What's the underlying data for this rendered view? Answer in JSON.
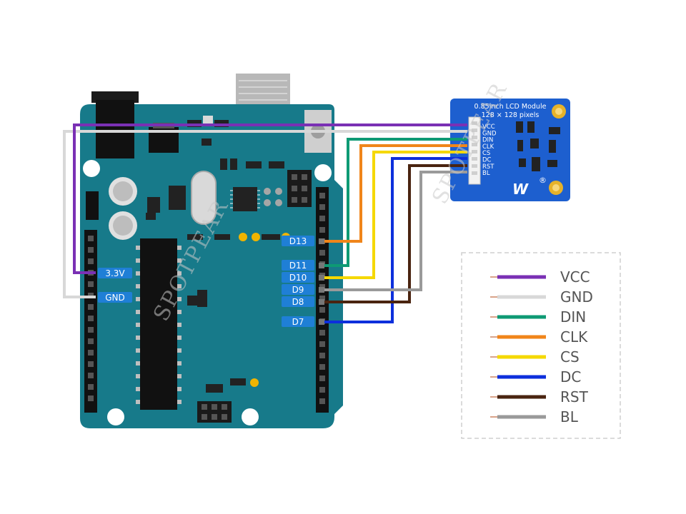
{
  "arduino": {
    "power_pins": [
      "3.3V",
      "GND"
    ],
    "digital_pins": [
      "D13",
      "D11",
      "D10",
      "D9",
      "D8",
      "D7"
    ]
  },
  "module": {
    "title": "0.85inch LCD Module",
    "subtitle": "128 × 128 pixels",
    "pins": [
      "VCC",
      "GND",
      "DIN",
      "CLK",
      "CS",
      "DC",
      "RST",
      "BL"
    ],
    "logo_text": "W",
    "registered_mark": "®"
  },
  "legend": {
    "items": [
      {
        "label": "VCC",
        "color": "#7a30b4"
      },
      {
        "label": "GND",
        "color": "#d8d8d8"
      },
      {
        "label": "DIN",
        "color": "#0e9a74"
      },
      {
        "label": "CLK",
        "color": "#f0851a"
      },
      {
        "label": "CS",
        "color": "#f5d800"
      },
      {
        "label": "DC",
        "color": "#0d2fdc"
      },
      {
        "label": "RST",
        "color": "#4a2410"
      },
      {
        "label": "BL",
        "color": "#9a9a9a"
      }
    ]
  },
  "watermark": "SPOTPEAR",
  "colors": {
    "board": "#177a8a",
    "board_dark": "#0f5f6c",
    "label_blue": "#1f7fd6",
    "module": "#1d5fcf"
  }
}
